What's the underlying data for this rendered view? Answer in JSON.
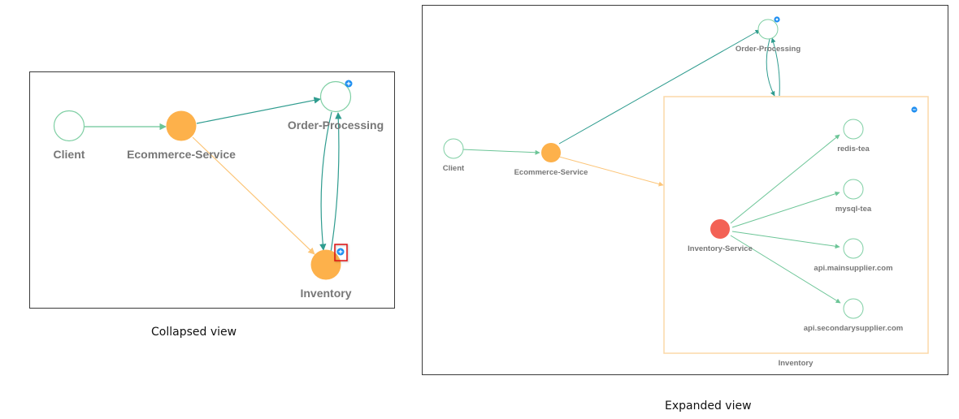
{
  "captions": {
    "collapsed": "Collapsed view",
    "expanded": "Expanded view"
  },
  "colors": {
    "node_outline": "#7fcfa4",
    "node_orange": "#fdb14b",
    "node_red": "#f36155",
    "edge_green": "#6cc597",
    "edge_teal": "#2f9c8f",
    "edge_orange": "#fcc578",
    "toggle_blue": "#1e8ef0",
    "group_border": "#fcd8a8",
    "label_gray": "#777777",
    "highlight_red": "#e01010"
  },
  "collapsed": {
    "nodes": {
      "client": "Client",
      "ecommerce": "Ecommerce-Service",
      "order": "Order-Processing",
      "inventory": "Inventory"
    },
    "toggles": {
      "order": "expand",
      "inventory": "expand"
    }
  },
  "expanded": {
    "nodes": {
      "client": "Client",
      "ecommerce": "Ecommerce-Service",
      "order": "Order-Processing",
      "inventory_service": "Inventory-Service",
      "redis": "redis-tea",
      "mysql": "mysql-tea",
      "mainsupplier": "api.mainsupplier.com",
      "secondarysupplier": "api.secondarysupplier.com"
    },
    "group": {
      "label": "Inventory",
      "toggle": "collapse"
    },
    "toggles": {
      "order": "expand"
    }
  }
}
